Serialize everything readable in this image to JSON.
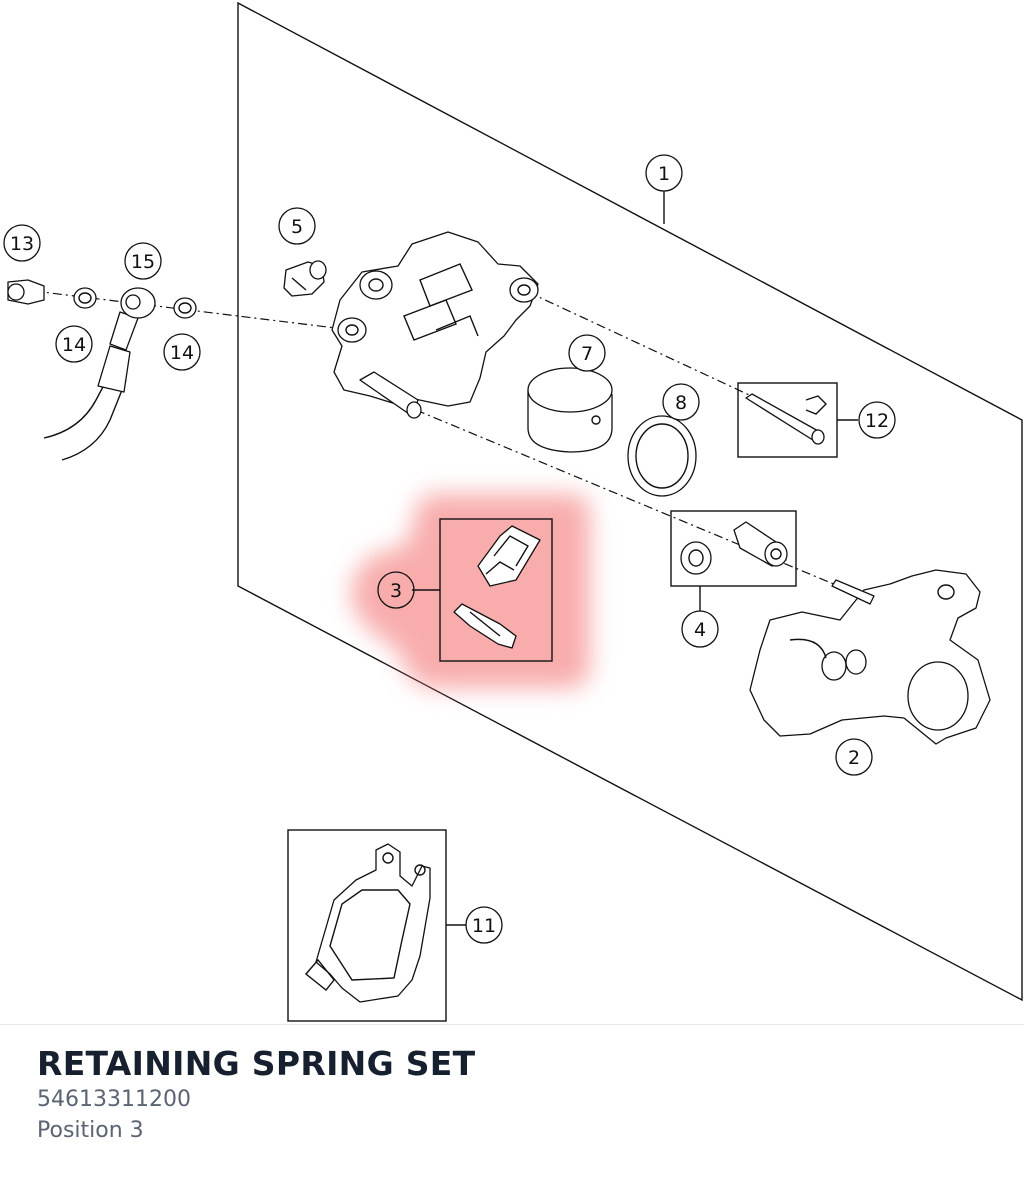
{
  "part": {
    "name": "RETAINING SPRING SET",
    "number": "54613311200",
    "position": "Position 3"
  },
  "callouts": [
    "1",
    "2",
    "3",
    "4",
    "5",
    "7",
    "8",
    "11",
    "12",
    "13",
    "14",
    "14",
    "15"
  ],
  "highlight": {
    "callout": "3",
    "color": "#f47a7a"
  }
}
